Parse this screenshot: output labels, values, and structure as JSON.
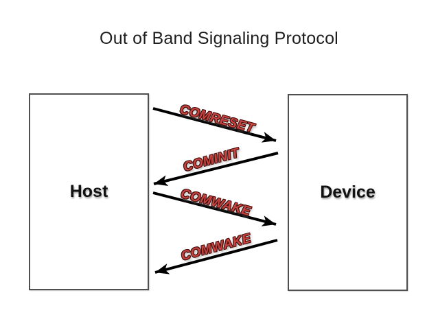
{
  "title": "Out of Band Signaling Protocol",
  "nodes": {
    "host": {
      "label": "Host"
    },
    "device": {
      "label": "Device"
    }
  },
  "signals": [
    {
      "label": "COMRESET",
      "from": "Host",
      "to": "Device"
    },
    {
      "label": "COMINIT",
      "from": "Device",
      "to": "Host"
    },
    {
      "label": "COMWAKE",
      "from": "Host",
      "to": "Device"
    },
    {
      "label": "COMWAKE",
      "from": "Device",
      "to": "Host"
    }
  ],
  "colors": {
    "background": "#ffffff",
    "title_text": "#1e1e1e",
    "box_border": "#4f4f4f",
    "node_text": "#111111",
    "arrow": "#000000",
    "signal_label_fill": "#c7433f",
    "signal_label_outline": "#45100e"
  }
}
